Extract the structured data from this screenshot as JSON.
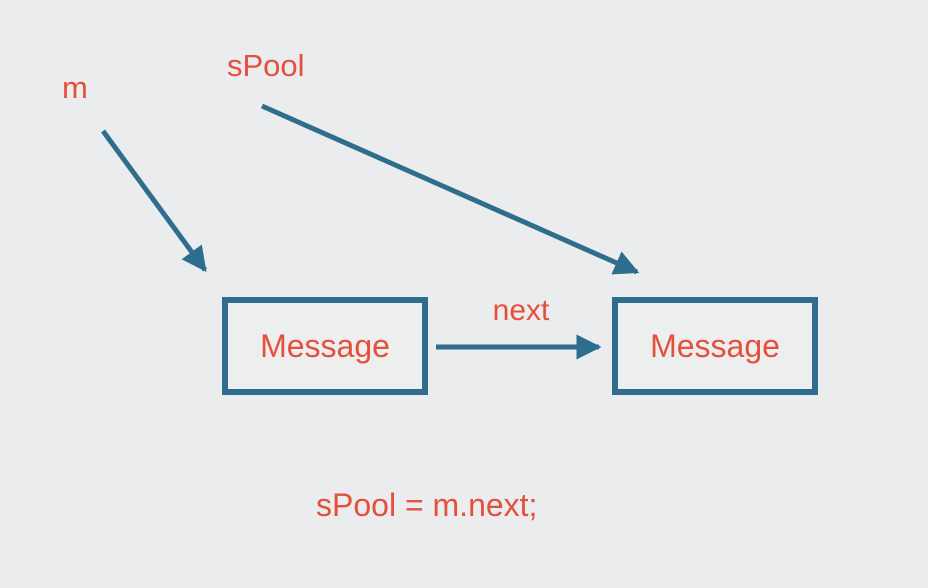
{
  "colors": {
    "background": "#ebeced",
    "accent_red": "#e5503c",
    "accent_blue": "#2e6d8e"
  },
  "diagram": {
    "pointer_labels": [
      {
        "id": "m",
        "label": "m"
      },
      {
        "id": "spool",
        "label": "sPool"
      }
    ],
    "nodes": [
      {
        "id": "message-1",
        "label": "Message"
      },
      {
        "id": "message-2",
        "label": "Message"
      }
    ],
    "edges": [
      {
        "id": "m-to-message1",
        "label": ""
      },
      {
        "id": "spool-to-message2",
        "label": ""
      },
      {
        "id": "message1-to-message2",
        "label": "next"
      }
    ],
    "caption": "sPool = m.next;"
  }
}
